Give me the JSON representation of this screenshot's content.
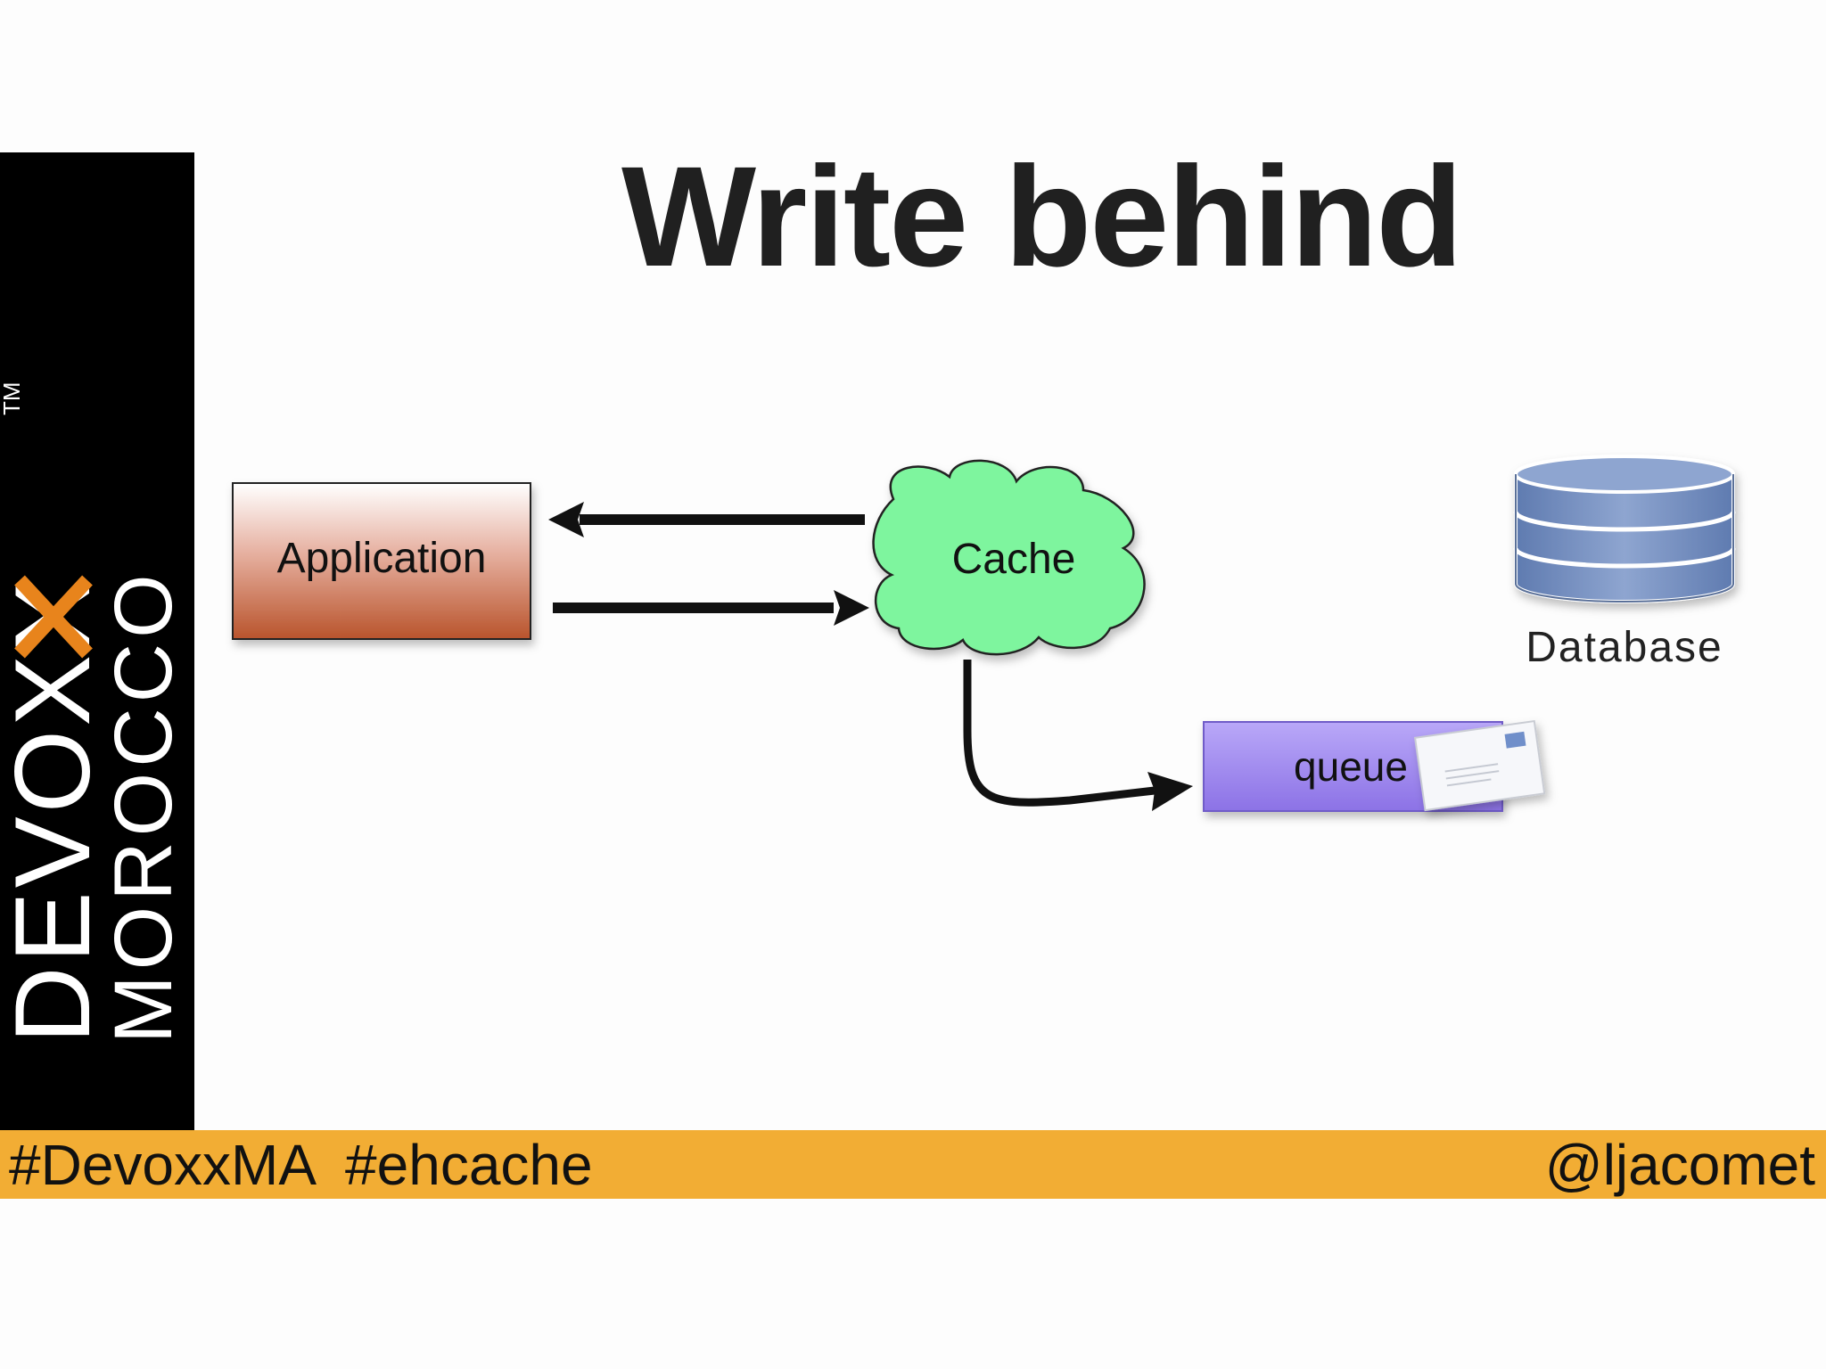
{
  "slide": {
    "title": "Write behind"
  },
  "sidebar": {
    "logo_main": "DEVOXX",
    "logo_sub": "MOROCCO",
    "trademark": "TM"
  },
  "footer": {
    "hashtags": "#DevoxxMA  #ehcache",
    "handle": "@ljacomet"
  },
  "diagram": {
    "application_label": "Application",
    "cache_label": "Cache",
    "queue_label": "queue",
    "database_label": "Database"
  },
  "colors": {
    "footer_bar": "#f2ad34",
    "logo_accent": "#e8841c",
    "cache_fill": "#7ef59e",
    "queue_fill": "#a58ef0",
    "database_fill": "#7f98c4"
  }
}
